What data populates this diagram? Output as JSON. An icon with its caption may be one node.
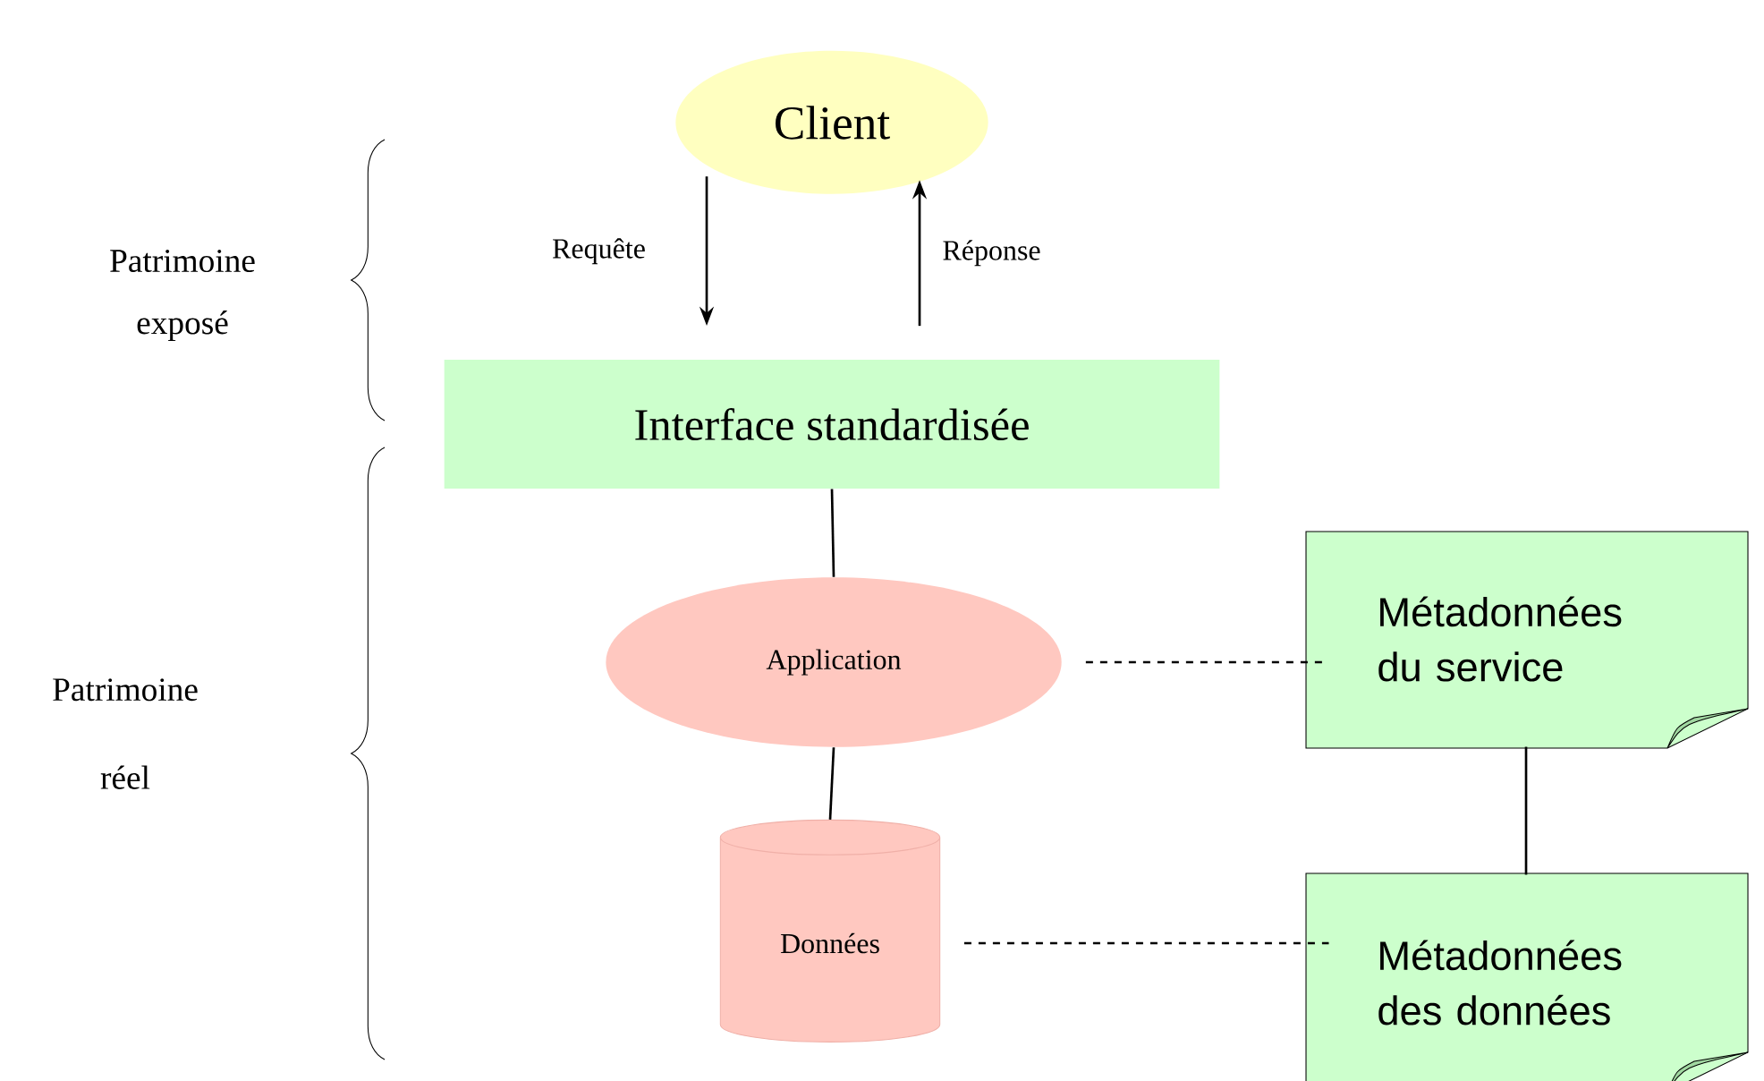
{
  "diagram": {
    "nodes": [
      {
        "text": [
          "Client"
        ]
      },
      {
        "text": [
          "Interface standardisée"
        ]
      },
      {
        "text": [
          "Application"
        ]
      },
      {
        "text": [
          "Données"
        ]
      },
      {
        "text": [
          "Métadonnées du service"
        ]
      },
      {
        "text": [
          "Métadonnées des données"
        ]
      }
    ],
    "edges": [
      {
        "from": 0,
        "to": 1,
        "arrow": "to",
        "label": "Requête"
      },
      {
        "from": 1,
        "to": 0,
        "arrow": "to",
        "label": "Réponse"
      },
      {
        "from": 1,
        "to": 2,
        "arrow": "none"
      },
      {
        "from": 2,
        "to": 3,
        "arrow": "none"
      },
      {
        "from": 2,
        "to": 4,
        "arrow": "none",
        "style": "dashed"
      },
      {
        "from": 4,
        "to": 5,
        "arrow": "none"
      },
      {
        "from": 3,
        "to": 5,
        "arrow": "none",
        "style": "dashed"
      }
    ],
    "labels": [
      "Patrimoine exposé",
      "Patrimoine réel"
    ]
  }
}
